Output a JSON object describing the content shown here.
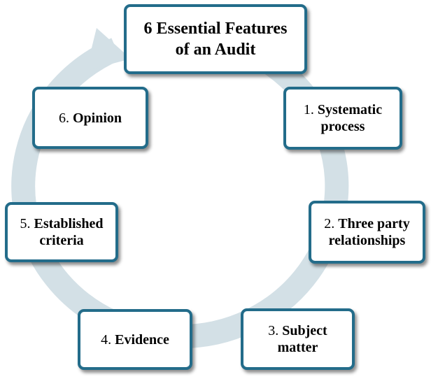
{
  "colors": {
    "node_border": "#236c8a",
    "ring": "#d3e0e6",
    "node_fill": "#ffffff",
    "text": "#000000"
  },
  "diagram": {
    "type": "cycle",
    "title": {
      "line1": "6 Essential Features",
      "line2": "of an Audit"
    },
    "steps": [
      {
        "num": "1.",
        "line1": "Systematic",
        "line2": "process"
      },
      {
        "num": "2.",
        "line1": "Three party",
        "line2": "relationships"
      },
      {
        "num": "3.",
        "line1": "Subject",
        "line2": "matter"
      },
      {
        "num": "4.",
        "line1": "Evidence",
        "line2": ""
      },
      {
        "num": "5.",
        "line1": "Established",
        "line2": "criteria"
      },
      {
        "num": "6.",
        "line1": "Opinion",
        "line2": ""
      }
    ]
  }
}
